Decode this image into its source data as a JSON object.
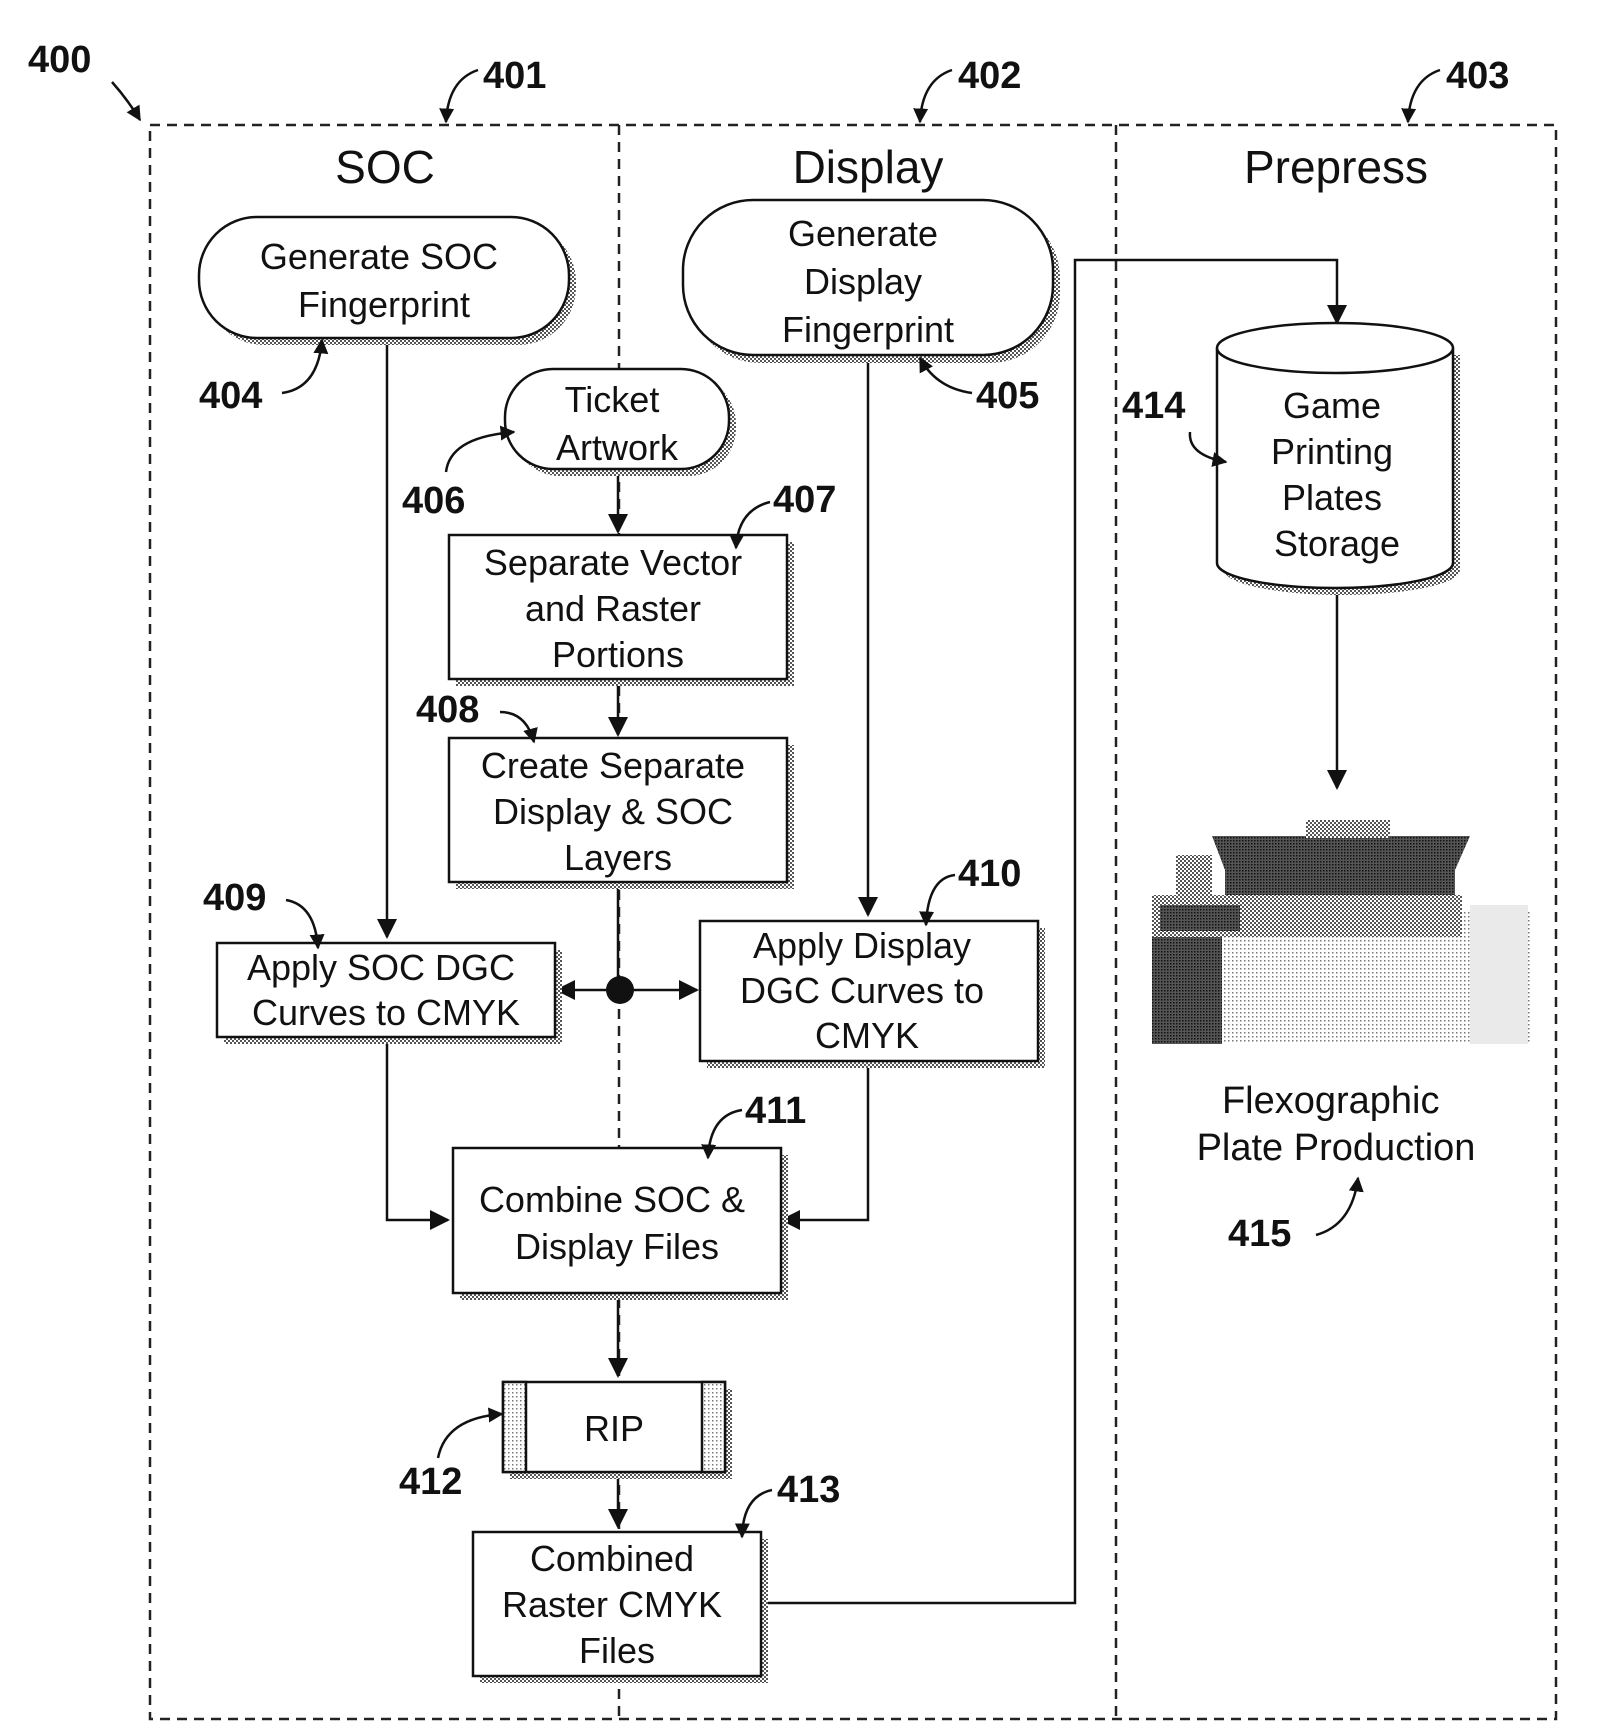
{
  "figure_number": "400",
  "lanes": [
    {
      "ref": "401",
      "title": "SOC"
    },
    {
      "ref": "402",
      "title": "Display"
    },
    {
      "ref": "403",
      "title": "Prepress"
    }
  ],
  "nodes": {
    "n404": {
      "ref": "404",
      "lines": [
        "Generate SOC",
        "Fingerprint"
      ]
    },
    "n405": {
      "ref": "405",
      "lines": [
        "Generate",
        "Display",
        "Fingerprint"
      ]
    },
    "n406": {
      "ref": "406",
      "lines": [
        "Ticket",
        "Artwork"
      ]
    },
    "n407": {
      "ref": "407",
      "lines": [
        "Separate Vector",
        "and Raster",
        "Portions"
      ]
    },
    "n408": {
      "ref": "408",
      "lines": [
        "Create Separate",
        "Display & SOC",
        "Layers"
      ]
    },
    "n409": {
      "ref": "409",
      "lines": [
        "Apply SOC DGC",
        "Curves to CMYK"
      ]
    },
    "n410": {
      "ref": "410",
      "lines": [
        "Apply Display",
        "DGC Curves to",
        "CMYK"
      ]
    },
    "n411": {
      "ref": "411",
      "lines": [
        "Combine SOC &",
        "Display Files"
      ]
    },
    "n412": {
      "ref": "412",
      "lines": [
        "RIP"
      ]
    },
    "n413": {
      "ref": "413",
      "lines": [
        "Combined",
        "Raster CMYK",
        "Files"
      ]
    },
    "n414": {
      "ref": "414",
      "lines": [
        "Game",
        "Printing",
        "Plates",
        "Storage"
      ]
    },
    "n415": {
      "ref": "415",
      "lines": [
        "Flexographic",
        "Plate Production"
      ]
    }
  }
}
